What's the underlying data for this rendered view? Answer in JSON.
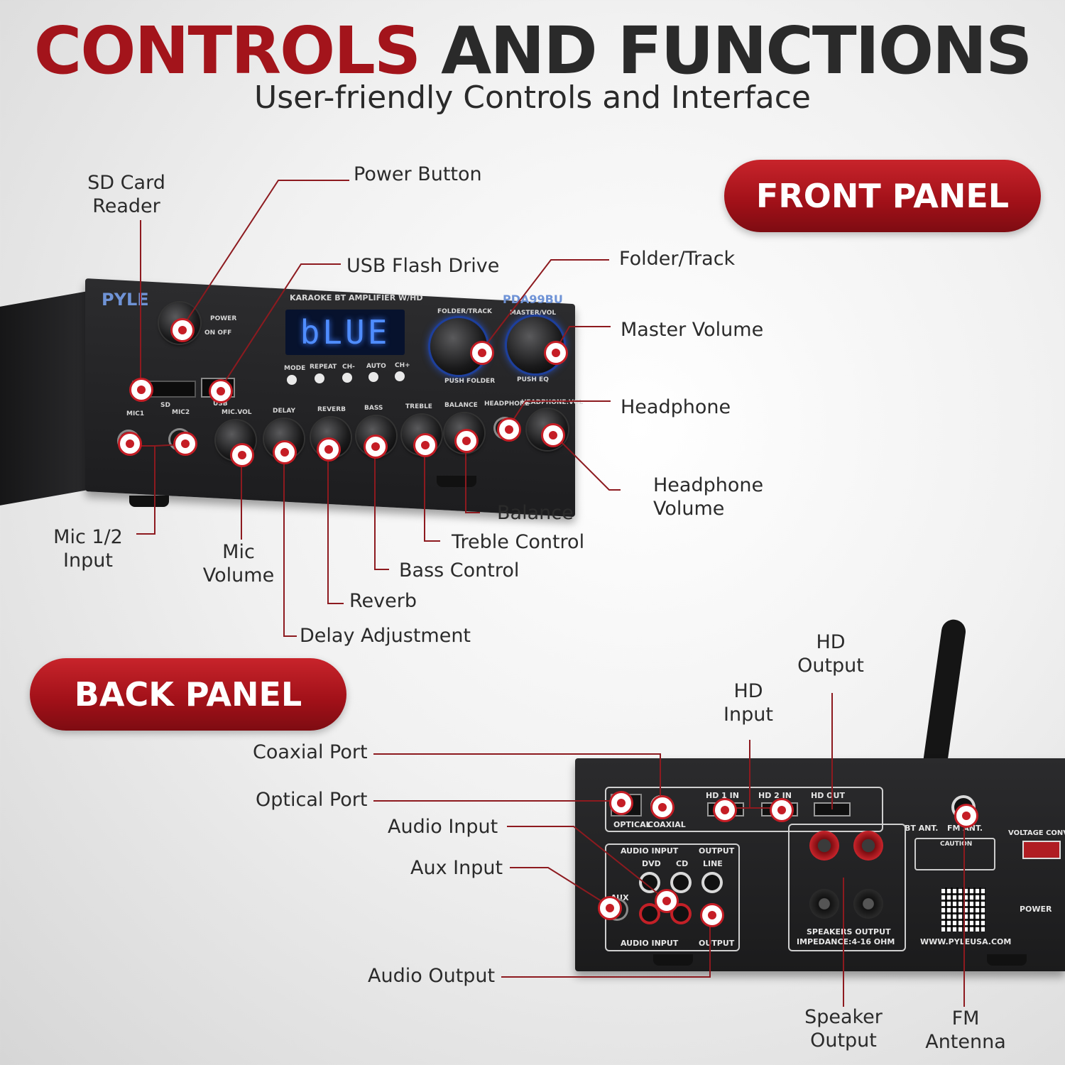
{
  "header": {
    "title_red": "CONTROLS",
    "title_dark": "AND FUNCTIONS",
    "subtitle": "User-friendly Controls and Interface"
  },
  "sections": {
    "front": "FRONT PANEL",
    "back": "BACK PANEL"
  },
  "front_labels": {
    "sd_card": [
      "SD Card",
      "Reader"
    ],
    "power_button": "Power Button",
    "usb": "USB Flash Drive",
    "folder_track": "Folder/Track",
    "master_volume": "Master Volume",
    "headphone": "Headphone",
    "headphone_volume": [
      "Headphone",
      "Volume"
    ],
    "balance": "Balance",
    "treble": "Treble Control",
    "bass": "Bass Control",
    "reverb": "Reverb",
    "delay": "Delay Adjustment",
    "mic_volume": [
      "Mic",
      "Volume"
    ],
    "mic_input": [
      "Mic 1/2",
      "Input"
    ]
  },
  "back_labels": {
    "hd_output": [
      "HD",
      "Output"
    ],
    "hd_input": [
      "HD",
      "Input"
    ],
    "coaxial": "Coaxial Port",
    "optical": "Optical Port",
    "audio_input": "Audio Input",
    "aux_input": "Aux Input",
    "audio_output": "Audio Output",
    "speaker_output": [
      "Speaker",
      "Output"
    ],
    "fm_antenna": [
      "FM",
      "Antenna"
    ]
  },
  "device_front": {
    "brand": "PYLE",
    "model": "PDA99BU",
    "heading": "KARAOKE BT AMPLIFIER W/HD",
    "display": "bLUE",
    "power": "POWER",
    "power_states": "ON  OFF",
    "sd": "SD",
    "usb": "USB",
    "mic1": "MIC1",
    "mic2": "MIC2",
    "folder_track": "FOLDER/TRACK",
    "master_vol": "MASTER/VOL",
    "push_folder": "PUSH FOLDER",
    "push_eq": "PUSH EQ",
    "buttons": [
      "MODE",
      "REPEAT",
      "CH-",
      "AUTO",
      "CH+"
    ],
    "knobs": [
      "MIC.VOL",
      "DELAY",
      "REVERB",
      "BASS",
      "TREBLE",
      "BALANCE"
    ],
    "headphone": "HEADPHONE",
    "headphone_vol": "HEADPHONE.VOL"
  },
  "device_back": {
    "hd1": "HD   1 IN",
    "hd2": "HD   2 IN",
    "hdout": "HD   OUT",
    "optical": "OPTICAL",
    "coaxial": "COAXIAL",
    "bt_ant": "BT ANT.",
    "fm_ant": "FM ANT.",
    "audio_input": "AUDIO INPUT",
    "output": "OUTPUT",
    "dvd": "DVD",
    "cd": "CD",
    "line": "LINE",
    "aux": "AUX",
    "speakers": "SPEAKERS OUTPUT",
    "impedance": "IMPEDANCE:4-16 OHM",
    "website": "WWW.PYLEUSA.COM",
    "power": "POWER",
    "voltage": "VOLTAGE CONVER",
    "caution": "CAUTION"
  },
  "colors": {
    "accent": "#a3141b",
    "dark": "#2a2a2a",
    "lcd": "#4f8dff"
  }
}
